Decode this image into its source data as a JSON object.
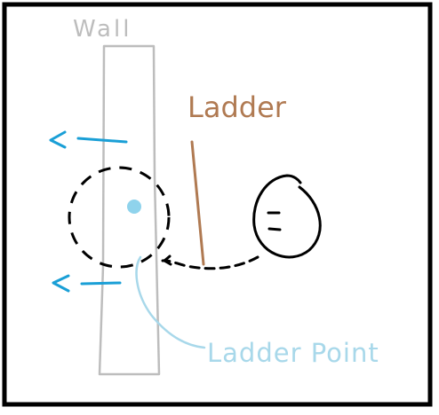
{
  "labels": {
    "wall": "Wall",
    "ladder": "Ladder",
    "ladder_point": "Ladder Point"
  },
  "colors": {
    "frame": "#000000",
    "wall": "#bdbdbd",
    "ladder": "#b07a52",
    "arrows": "#1a9fd6",
    "ladder_point": "#a8d8ea",
    "path": "#000000"
  }
}
